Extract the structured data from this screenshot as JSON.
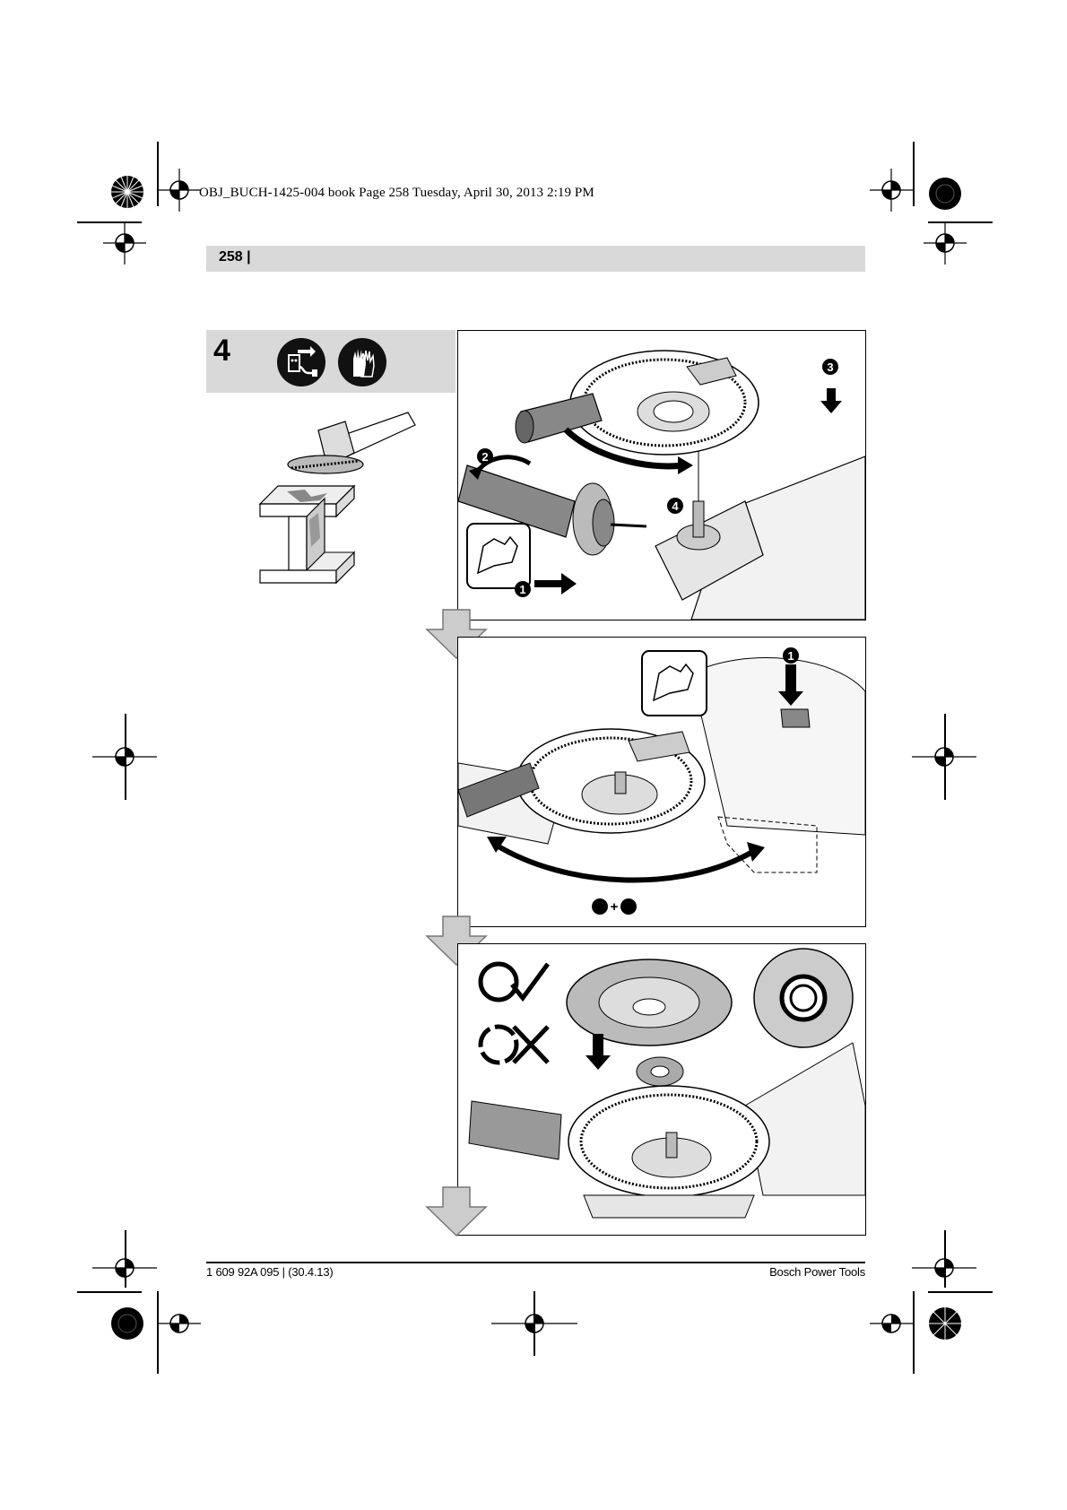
{
  "print_slug": "OBJ_BUCH-1425-004 book  Page 258  Tuesday, April 30, 2013  2:19 PM",
  "header": {
    "page_number": "258 |"
  },
  "figure": {
    "step_number": "4",
    "icons": [
      "unplug-icon",
      "gloves-icon"
    ],
    "panel1_callouts": [
      "1",
      "2",
      "3",
      "4"
    ],
    "panel2_callouts": [
      "1",
      "1 + 2"
    ],
    "panel3_marks": [
      "correct-rotation-icon",
      "wrong-rotation-icon"
    ]
  },
  "footer": {
    "left": "1 609 92A 095 | (30.4.13)",
    "right": "Bosch Power Tools"
  }
}
